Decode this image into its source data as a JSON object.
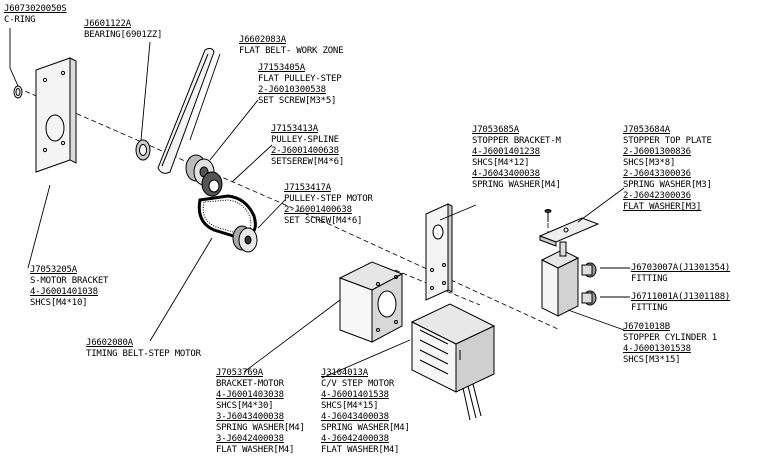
{
  "colors": {
    "ink": "#000000",
    "paper": "#ffffff",
    "part_fill": "#f4f4f4",
    "dark": "#2a2a2a"
  },
  "parts": {
    "c_ring": {
      "lines": [
        "J6073020050S",
        "C-RING"
      ]
    },
    "bearing": {
      "lines": [
        "J6601122A",
        "BEARING[6901ZZ]"
      ]
    },
    "flat_belt": {
      "lines": [
        "J6602083A",
        "FLAT BELT- WORK ZONE"
      ]
    },
    "flat_pulley_step": {
      "lines": [
        "J7153405A",
        "FLAT PULLEY-STEP",
        "2-J6010300538",
        "SET SCREW[M3*5]"
      ]
    },
    "pulley_spline": {
      "lines": [
        "J7153413A",
        "PULLEY-SPLINE",
        "2-J6001400638",
        "SETSEREW[M4*6]"
      ]
    },
    "pulley_step_motor": {
      "lines": [
        "J7153417A",
        "PULLEY-STEP MOTOR",
        "2-J6001400638",
        "SET SCREW[M4*6]"
      ]
    },
    "s_motor_bracket": {
      "lines": [
        "J7053205A",
        "S-MOTOR BRACKET",
        "4-J6001401038",
        "SHCS[M4*10]"
      ]
    },
    "timing_belt": {
      "lines": [
        "J6602080A",
        "TIMING BELT-STEP MOTOR"
      ]
    },
    "bracket_motor": {
      "lines": [
        "J7053769A",
        "BRACKET-MOTOR",
        "4-J6001403038",
        "SHCS[M4*30]",
        "3-J6043400038",
        "SPRING WASHER[M4]",
        "3-J6042400038",
        "FLAT WASHER[M4]"
      ]
    },
    "cv_step_motor": {
      "lines": [
        "J3104013A",
        "C/V STEP MOTOR",
        "4-J6001401538",
        "SHCS[M4*15]",
        "4-J6043400038",
        "SPRING WASHER[M4]",
        "4-J6042400038",
        "FLAT WASHER[M4]"
      ]
    },
    "stopper_bracket": {
      "lines": [
        "J7053685A",
        "STOPPER BRACKET-M",
        "4-J6001401238",
        "SHCS[M4*12]",
        "4-J6043400038",
        "SPRING WASHER[M4]"
      ]
    },
    "stopper_top_plate": {
      "lines": [
        "J7053684A",
        "STOPPER TOP PLATE",
        "2-J6001300836",
        "SHCS[M3*8]",
        "2-J6043300036",
        "SPRING WASHER[M3]",
        "2-J6042300036",
        "FLAT WASHER[M3]"
      ]
    },
    "fitting_1": {
      "lines": [
        "J6703007A(J1301354)",
        "FITTING"
      ]
    },
    "fitting_2": {
      "lines": [
        "J6711001A(J1301188)",
        "FITTING"
      ]
    },
    "stopper_cylinder": {
      "lines": [
        "J6701018B",
        "STOPPER CYLINDER 1",
        "4-J6001301538",
        "SHCS[M3*15]"
      ]
    }
  }
}
